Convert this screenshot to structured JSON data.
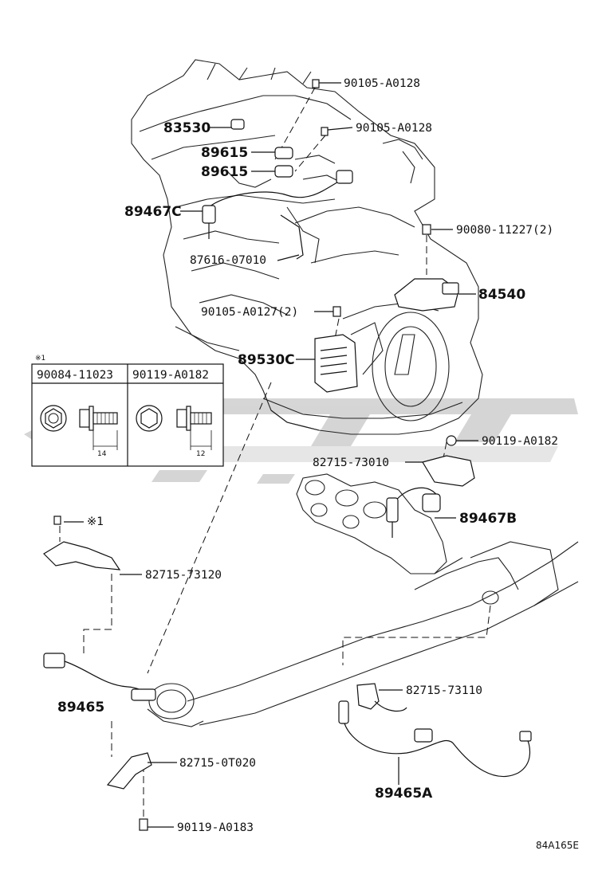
{
  "labels": {
    "p83530": "83530",
    "p89615a": "89615",
    "p89615b": "89615",
    "p89467c": "89467C",
    "p87616": "87616-07010",
    "p90105a": "90105-A0128",
    "p90105b": "90105-A0128",
    "p90080": "90080-11227(2)",
    "p84540": "84540",
    "p90105c": "90105-A0127(2)",
    "p89530c": "89530C",
    "p90119a": "90119-A0182",
    "p82715a": "82715-73010",
    "p89467b": "89467B",
    "p82715b": "82715-73120",
    "p89465": "89465",
    "p82715c": "82715-73110",
    "p89465a": "89465A",
    "p82715d": "82715-0T020",
    "p90119b": "90119-A0183",
    "note_ref": "※1"
  },
  "inset": {
    "mark": "※1",
    "col1_header": "90084-11023",
    "col2_header": "90119-A0182",
    "col1_dim": "14",
    "col2_dim": "12"
  },
  "footer": {
    "code": "84A165E"
  },
  "watermark": {
    "color": "#c8c8c8"
  }
}
